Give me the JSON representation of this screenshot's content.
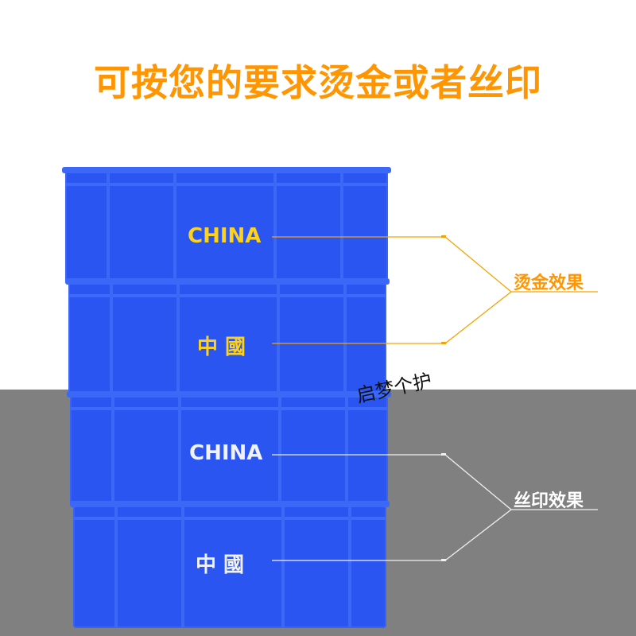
{
  "headline": "可按您的要求烫金或者丝印",
  "colors": {
    "headline": "#ff9500",
    "crate_blue": "#2a55f0",
    "gold_text": "#ffd21a",
    "white_text": "#f2f2f2",
    "gold_line": "#f5a300",
    "white_line": "#f0f0f0",
    "gray_background": "#808080"
  },
  "crates": [
    {
      "label": "CHINA",
      "style": "gold"
    },
    {
      "label": "中 國",
      "style": "gold"
    },
    {
      "label": "CHINA",
      "style": "white"
    },
    {
      "label": "中 國",
      "style": "white"
    }
  ],
  "callouts": {
    "hot_stamp": "烫金效果",
    "silk_screen": "丝印效果"
  },
  "watermark": "启梦个护"
}
